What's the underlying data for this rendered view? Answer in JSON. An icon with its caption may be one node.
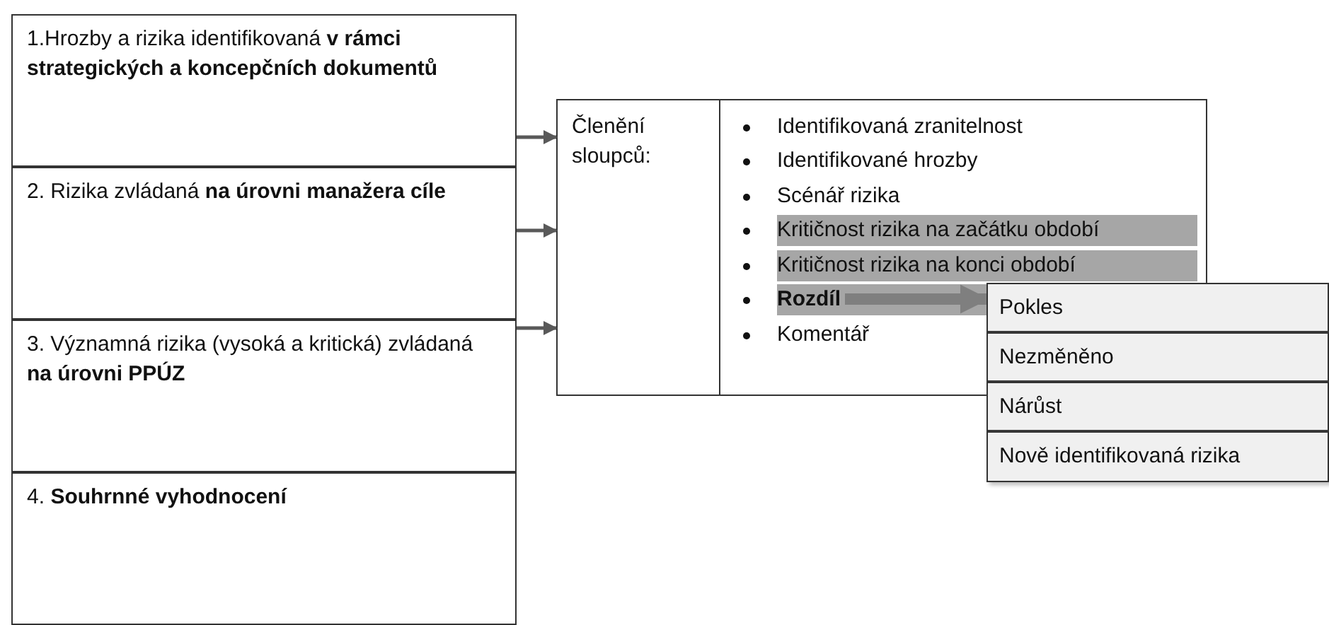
{
  "diagram": {
    "nodes": [
      {
        "text": [
          "1.Hrozby a rizika identifikovaná **v rámci strategických a koncepčních dokumentů**"
        ]
      },
      {
        "text": [
          "2. Rizika zvládaná **na úrovni manažera cíle**"
        ]
      },
      {
        "text": [
          "3. Významná rizika (vysoká a kritická) zvládaná **na úrovni PPÚZ**"
        ]
      },
      {
        "text": [
          "4. **Souhrnné vyhodnocení**"
        ]
      },
      {
        "text": [
          "Členění sloupců:"
        ]
      },
      {
        "text": [],
        "shape": "box"
      },
      {
        "text": [
          "Identifikovaná zranitelnost"
        ],
        "in": 5
      },
      {
        "text": [
          "Identifikované hrozby"
        ],
        "in": 5
      },
      {
        "text": [
          "Scénář rizika"
        ],
        "in": 5
      },
      {
        "text": [
          "Kritičnost rizika na začátku období"
        ],
        "in": 5
      },
      {
        "text": [
          "Kritičnost rizika na konci období"
        ],
        "in": 5
      },
      {
        "text": [
          "**Rozdíl**"
        ],
        "in": 5
      },
      {
        "text": [
          "Komentář"
        ],
        "in": 5
      },
      {
        "text": [
          "Pokles"
        ]
      },
      {
        "text": [
          "Nezměněno"
        ]
      },
      {
        "text": [
          "Nárůst"
        ]
      },
      {
        "text": [
          "Nově identifikovaná rizika"
        ]
      }
    ],
    "edges": [
      {
        "from": 0,
        "to": 4,
        "arrow": "to"
      },
      {
        "from": 1,
        "to": 4,
        "arrow": "to"
      },
      {
        "from": 2,
        "to": 4,
        "arrow": "to"
      },
      {
        "from": 11,
        "to": 13,
        "arrow": "to",
        "style": "thick",
        "color": "#7f7f7f"
      }
    ]
  }
}
